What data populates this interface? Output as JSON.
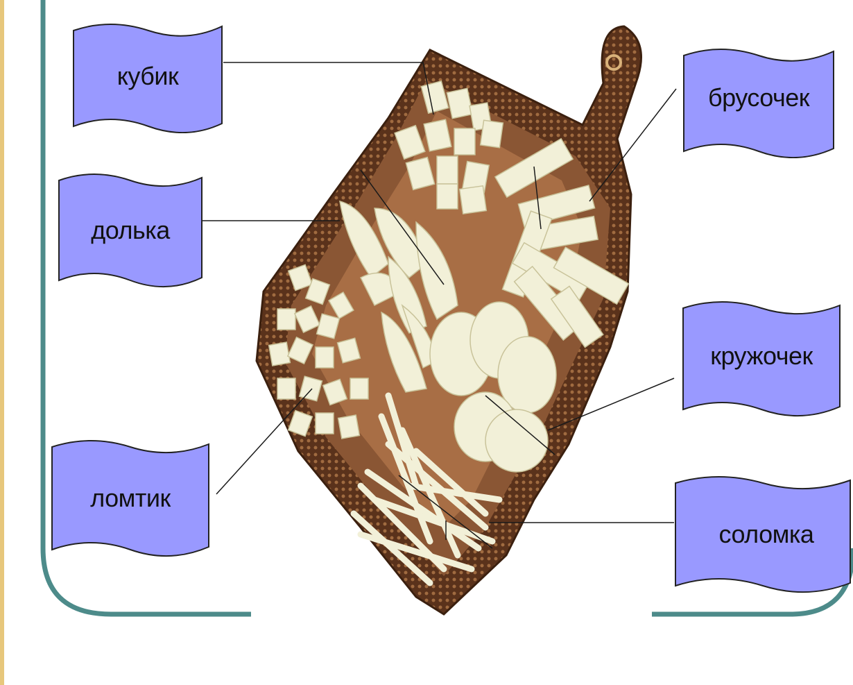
{
  "labels": {
    "kubik": "кубик",
    "dolka": "долька",
    "lomtik": "ломтик",
    "brusochek": "брусочек",
    "kruzhochek": "кружочек",
    "solomka": "соломка"
  },
  "colors": {
    "slide_background": "#e7c77c",
    "panel": "#ffffff",
    "frame_border": "#4d8b8a",
    "flag_fill": "#9999ff",
    "board_wood": "#7a4a2c",
    "vegetable": "#f3f1d8"
  }
}
